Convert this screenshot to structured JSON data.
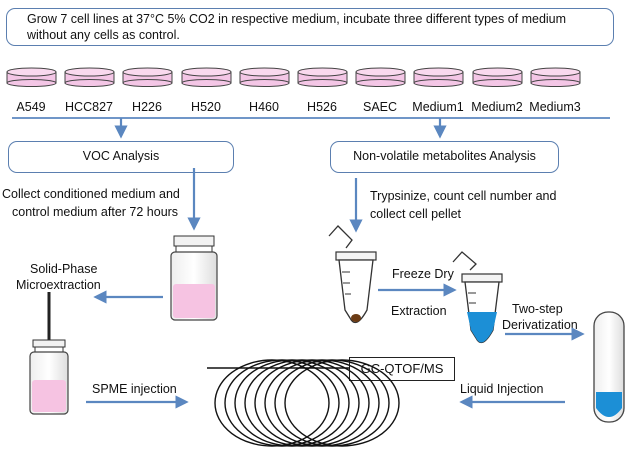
{
  "intro_text_line1": "Grow 7 cell lines at 37°C 5% CO2 in respective medium,  incubate three different types of medium",
  "intro_text_line2": "without any cells as control.",
  "cell_lines": [
    "A549",
    "HCC827",
    "H226",
    "H520",
    "H460",
    "H526",
    "SAEC",
    "Medium1",
    "Medium2",
    "Medium3"
  ],
  "dish_color": "#f4c6e6",
  "voc_box": "VOC Analysis",
  "nonvol_box": "Non-volatile metabolites Analysis",
  "voc_step1_line1": "Collect conditioned medium and",
  "voc_step1_line2": "control medium  after 72 hours",
  "nonvol_step1_line1": "Trypsinize, count cell number  and",
  "nonvol_step1_line2": "collect cell pellet",
  "spme_label_line1": "Solid-Phase",
  "spme_label_line2": "Microextraction",
  "freeze_dry": "Freeze Dry",
  "extraction": "Extraction",
  "derivatization_line1": "Two-step",
  "derivatization_line2": "Derivatization",
  "instrument_box": "GC-QTOF/MS",
  "spme_injection": "SPME injection",
  "liquid_injection": "Liquid Injection",
  "colors": {
    "arrow": "#5b87c0",
    "box_border": "#5b7fb0",
    "pink": "#f6c3e2",
    "blue": "#1c8fd6"
  }
}
